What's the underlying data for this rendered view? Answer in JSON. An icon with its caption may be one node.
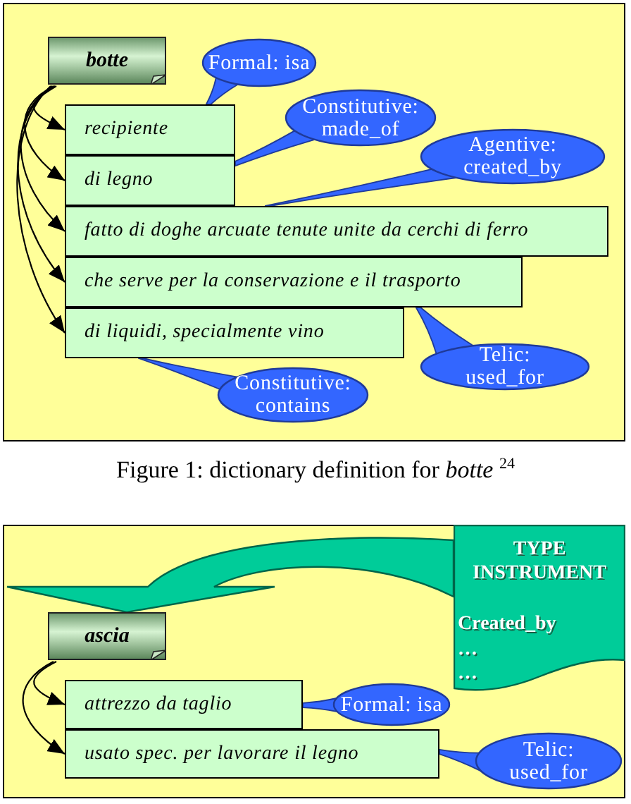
{
  "diagram": {
    "caption": "Figure 1: dictionary definition for *botte* $^{24}$",
    "nodes": [
      {
        "text": [
          "botte"
        ]
      },
      {
        "text": [
          "Formal: isa"
        ]
      },
      {
        "text": [
          "recipiente"
        ]
      },
      {
        "text": [
          "Constitutive: made_of"
        ]
      },
      {
        "text": [
          "di legno"
        ]
      },
      {
        "text": [
          "Agentive: created_by"
        ]
      },
      {
        "text": [
          "fatto di doghe arcuate tenute unite da cerchi di ferro"
        ]
      },
      {
        "text": [
          "che serve per la conservazione e il trasporto"
        ]
      },
      {
        "text": [
          "Telic: used_for"
        ]
      },
      {
        "text": [
          "di liquidi, specialmente vino"
        ]
      },
      {
        "text": [
          "Constitutive: contains"
        ]
      },
      {
        "text": [
          "TYPE INSTRUMENT",
          "Created_by",
          "…",
          "…"
        ]
      },
      {
        "text": [
          "ascia"
        ]
      },
      {
        "text": [
          "attrezzo da taglio"
        ]
      },
      {
        "text": [
          "Formal: isa"
        ]
      },
      {
        "text": [
          "usato spec. per lavorare il legno"
        ]
      },
      {
        "text": [
          "Telic: used_for"
        ]
      }
    ],
    "edges": [
      {
        "from": 0,
        "to": 2,
        "arrow": "to"
      },
      {
        "from": 0,
        "to": 4,
        "arrow": "to"
      },
      {
        "from": 0,
        "to": 6,
        "arrow": "to"
      },
      {
        "from": 0,
        "to": 7,
        "arrow": "to"
      },
      {
        "from": 0,
        "to": 9,
        "arrow": "to"
      },
      {
        "from": 1,
        "to": 2,
        "arrow": "none",
        "color": "#3366ff"
      },
      {
        "from": 3,
        "to": 4,
        "arrow": "none",
        "color": "#3366ff"
      },
      {
        "from": 5,
        "to": 6,
        "arrow": "none",
        "color": "#3366ff"
      },
      {
        "from": 8,
        "to": 7,
        "arrow": "none",
        "color": "#3366ff"
      },
      {
        "from": 10,
        "to": 9,
        "arrow": "none",
        "color": "#3366ff"
      },
      {
        "from": 11,
        "to": 12,
        "arrow": "to",
        "style": "thick",
        "color": "#00cc99"
      },
      {
        "from": 12,
        "to": 13,
        "arrow": "to"
      },
      {
        "from": 12,
        "to": 15,
        "arrow": "to"
      },
      {
        "from": 14,
        "to": 13,
        "arrow": "none",
        "color": "#3366ff"
      },
      {
        "from": 16,
        "to": 15,
        "arrow": "none",
        "color": "#3366ff"
      }
    ]
  }
}
